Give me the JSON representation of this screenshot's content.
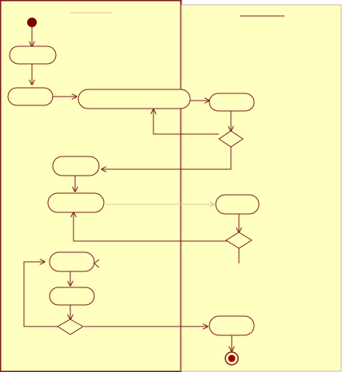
{
  "diagram": {
    "type": "uml-activity",
    "swimlanes": [
      {
        "id": "lane-left",
        "label": ""
      },
      {
        "id": "lane-right",
        "label": ""
      }
    ],
    "colors": {
      "lane_fill": "#ffffc0",
      "stroke": "#7a1c1c",
      "start_node": "#7a0000",
      "dotted_flow": "#d8c8a8"
    },
    "nodes": [
      {
        "id": "start",
        "kind": "initial"
      },
      {
        "id": "act-1",
        "kind": "activity",
        "label": ""
      },
      {
        "id": "act-2",
        "kind": "activity",
        "label": ""
      },
      {
        "id": "act-3",
        "kind": "activity",
        "label": ""
      },
      {
        "id": "act-4",
        "kind": "activity",
        "label": ""
      },
      {
        "id": "decision-1",
        "kind": "decision"
      },
      {
        "id": "act-5",
        "kind": "activity",
        "label": ""
      },
      {
        "id": "act-6",
        "kind": "activity",
        "label": ""
      },
      {
        "id": "act-7",
        "kind": "activity",
        "label": ""
      },
      {
        "id": "decision-2",
        "kind": "decision"
      },
      {
        "id": "act-8",
        "kind": "activity",
        "label": ""
      },
      {
        "id": "act-9",
        "kind": "activity",
        "label": ""
      },
      {
        "id": "decision-3",
        "kind": "decision"
      },
      {
        "id": "act-10",
        "kind": "activity",
        "label": ""
      },
      {
        "id": "end",
        "kind": "final"
      }
    ]
  }
}
